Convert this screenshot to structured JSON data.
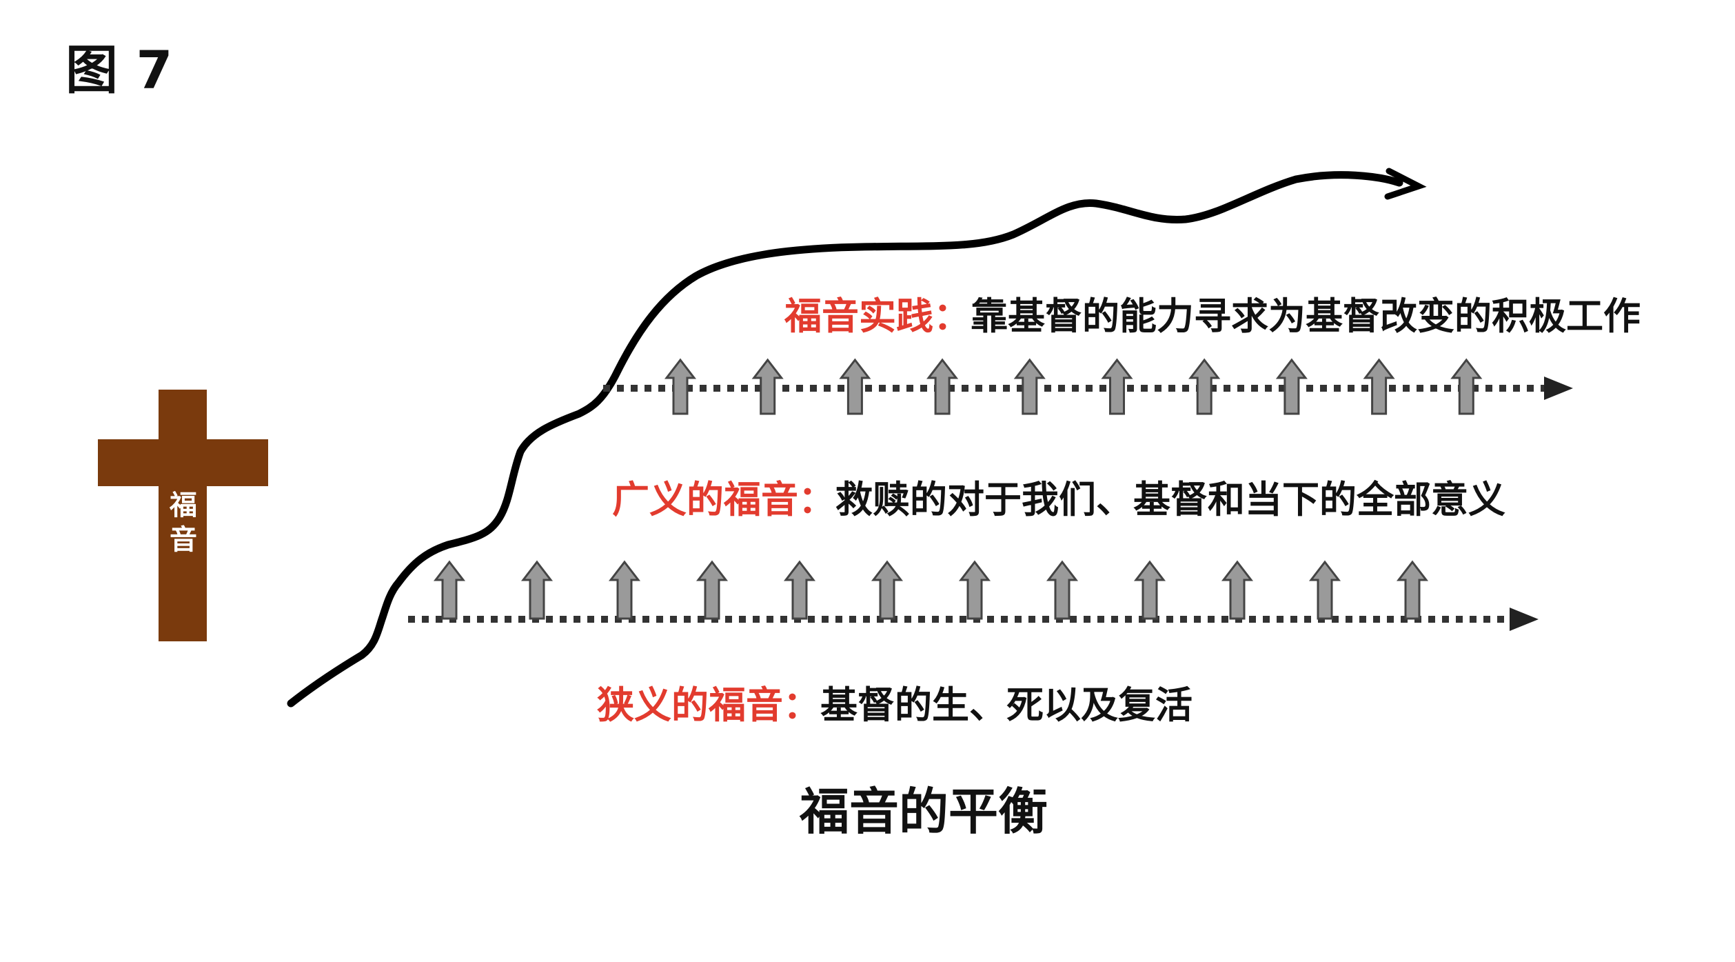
{
  "figure_label": "图 7",
  "cross": {
    "label_chars": [
      "福",
      "音"
    ],
    "color": "#7a3a0d"
  },
  "levels": {
    "practice": {
      "head": "福音实践：",
      "body": "靠基督的能力寻求为基督改变的积极工作"
    },
    "broad": {
      "head": "广义的福音：",
      "body": "救赎的对于我们、基督和当下的全部意义"
    },
    "narrow": {
      "head": "狭义的福音：",
      "body": "基督的生、死以及复活"
    }
  },
  "caption": "福音的平衡",
  "colors": {
    "heading_red": "#e23b2e",
    "text": "#111111",
    "curve": "#000000",
    "dotted_line": "#333333",
    "arrow_fill": "#9a9a9a",
    "arrow_stroke": "#444444"
  }
}
